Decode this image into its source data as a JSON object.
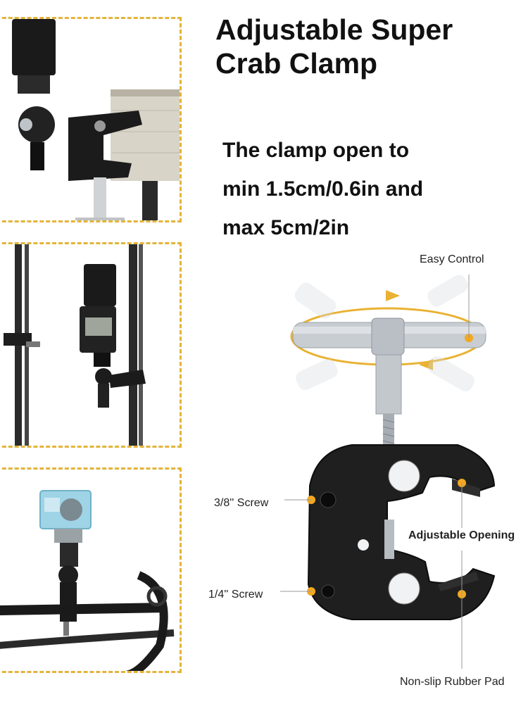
{
  "title": {
    "line1": "Adjustable Super",
    "line2": "Crab Clamp"
  },
  "spec": {
    "line1": "The clamp open to",
    "line2": "min 1.5cm/0.6in and",
    "line3": "max 5cm/2in"
  },
  "callouts": {
    "easy_control": "Easy Control",
    "screw_3_8": "3/8'' Screw",
    "screw_1_4": "1/4'' Screw",
    "adjustable_opening": "Adjustable Opening",
    "rubber_pad": "Non-slip Rubber Pad"
  },
  "colors": {
    "accent": "#e3b43a",
    "dot": "#f2a820",
    "clamp": "#1e1e1e",
    "metal": "#c9ced3"
  }
}
